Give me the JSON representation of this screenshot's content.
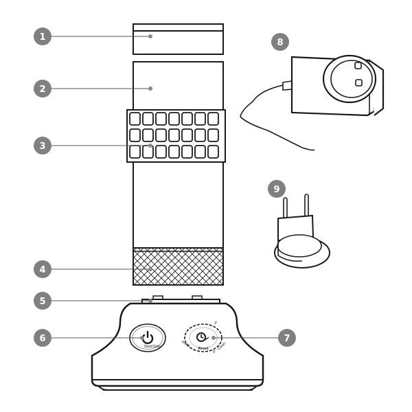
{
  "callouts": [
    {
      "number": "1",
      "part": "lid"
    },
    {
      "number": "2",
      "part": "upper-sleeve"
    },
    {
      "number": "3",
      "part": "grip-band"
    },
    {
      "number": "4",
      "part": "mesh-ring"
    },
    {
      "number": "5",
      "part": "base-top-rim"
    },
    {
      "number": "6",
      "part": "power-button"
    },
    {
      "number": "7",
      "part": "timer-button"
    },
    {
      "number": "8",
      "part": "power-adapter"
    },
    {
      "number": "9",
      "part": "plug-adapter"
    }
  ],
  "buttons": {
    "power_label": "Start/Stop",
    "timer_center": "Reset",
    "timer_top": "3'",
    "timer_left": "Keep",
    "timer_right": "Clean",
    "timer_bottom": "5'"
  },
  "colors": {
    "callout_fill": "#808080",
    "outline": "#1a1a1a",
    "leader_line": "#555555"
  }
}
